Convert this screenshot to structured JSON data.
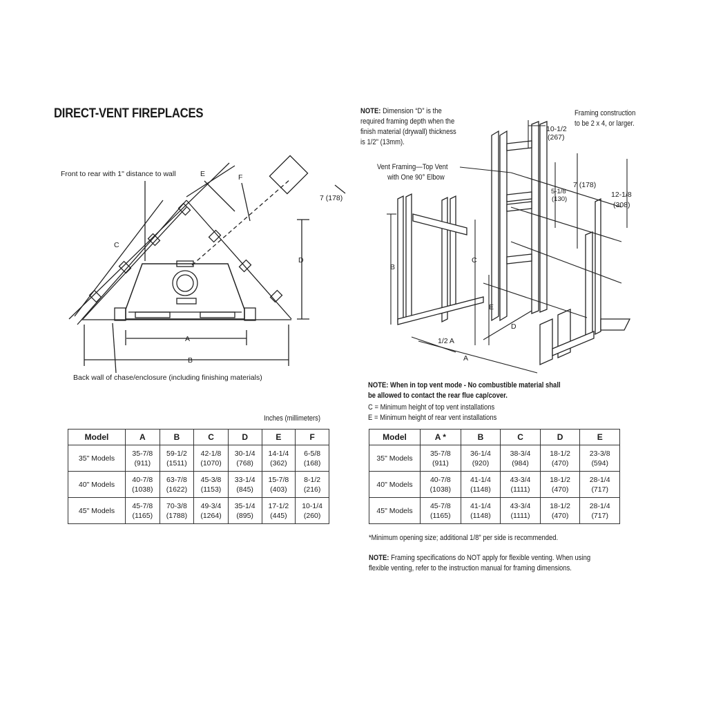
{
  "title": "DIRECT-VENT FIREPLACES",
  "left_diagram": {
    "labels": {
      "front_to_rear": "Front to rear with 1\" distance to wall",
      "back_wall": "Back wall of chase/enclosure (including finishing materials)",
      "E": "E",
      "F": "F",
      "C": "C",
      "D": "D",
      "A": "A",
      "B": "B",
      "seven": "7 (178)"
    }
  },
  "right_diagram": {
    "note_bold": "NOTE:",
    "note_lines": [
      "Dimension “D” is the",
      "required framing depth when the",
      "finish material (drywall) thickness",
      "is 1/2\" (13mm)."
    ],
    "framing_lines": [
      "Framing construction",
      "to be 2 x 4, or larger."
    ],
    "vent_framing_lines": [
      "Vent Framing—Top Vent",
      "with One 90° Elbow"
    ],
    "labels": {
      "ten_half": "10-1/2",
      "ten_half_mm": "(267)",
      "five_eighth": "5-1/8",
      "five_eighth_mm": "(130)",
      "seven": "7 (178)",
      "twelve": "12-1/8",
      "twelve_mm": "(308)",
      "B": "B",
      "C": "C",
      "E": "E",
      "D": "D",
      "A": "A",
      "half_A": "1/2 A"
    },
    "top_vent_note_lines": [
      "NOTE: When in top vent mode - No combustible material shall",
      "be allowed to contact the rear flue cap/cover."
    ],
    "c_line": "C = Minimum height of top vent installations",
    "e_line": "E = Minimum height of rear vent installations"
  },
  "units_label": "Inches (millimeters)",
  "left_table": {
    "headers": [
      "Model",
      "A",
      "B",
      "C",
      "D",
      "E",
      "F"
    ],
    "rows": [
      {
        "model": "35\" Models",
        "cells": [
          [
            "35-7/8",
            "(911)"
          ],
          [
            "59-1/2",
            "(1511)"
          ],
          [
            "42-1/8",
            "(1070)"
          ],
          [
            "30-1/4",
            "(768)"
          ],
          [
            "14-1/4",
            "(362)"
          ],
          [
            "6-5/8",
            "(168)"
          ]
        ]
      },
      {
        "model": "40\" Models",
        "cells": [
          [
            "40-7/8",
            "(1038)"
          ],
          [
            "63-7/8",
            "(1622)"
          ],
          [
            "45-3/8",
            "(1153)"
          ],
          [
            "33-1/4",
            "(845)"
          ],
          [
            "15-7/8",
            "(403)"
          ],
          [
            "8-1/2",
            "(216)"
          ]
        ]
      },
      {
        "model": "45\" Models",
        "cells": [
          [
            "45-7/8",
            "(1165)"
          ],
          [
            "70-3/8",
            "(1788)"
          ],
          [
            "49-3/4",
            "(1264)"
          ],
          [
            "35-1/4",
            "(895)"
          ],
          [
            "17-1/2",
            "(445)"
          ],
          [
            "10-1/4",
            "(260)"
          ]
        ]
      }
    ]
  },
  "right_table": {
    "headers": [
      "Model",
      "A *",
      "B",
      "C",
      "D",
      "E"
    ],
    "rows": [
      {
        "model": "35\" Models",
        "cells": [
          [
            "35-7/8",
            "(911)"
          ],
          [
            "36-1/4",
            "(920)"
          ],
          [
            "38-3/4",
            "(984)"
          ],
          [
            "18-1/2",
            "(470)"
          ],
          [
            "23-3/8",
            "(594)"
          ]
        ]
      },
      {
        "model": "40\" Models",
        "cells": [
          [
            "40-7/8",
            "(1038)"
          ],
          [
            "41-1/4",
            "(1148)"
          ],
          [
            "43-3/4",
            "(1111)"
          ],
          [
            "18-1/2",
            "(470)"
          ],
          [
            "28-1/4",
            "(717)"
          ]
        ]
      },
      {
        "model": "45\" Models",
        "cells": [
          [
            "45-7/8",
            "(1165)"
          ],
          [
            "41-1/4",
            "(1148)"
          ],
          [
            "43-3/4",
            "(1111)"
          ],
          [
            "18-1/2",
            "(470)"
          ],
          [
            "28-1/4",
            "(717)"
          ]
        ]
      }
    ]
  },
  "footnote": "*Minimum opening size; additional 1/8\" per side is recommended.",
  "bottom_note_bold": "NOTE:",
  "bottom_note_lines": [
    "Framing specifications do NOT apply for flexible venting. When using",
    "flexible venting, refer to the instruction manual for framing dimensions."
  ]
}
